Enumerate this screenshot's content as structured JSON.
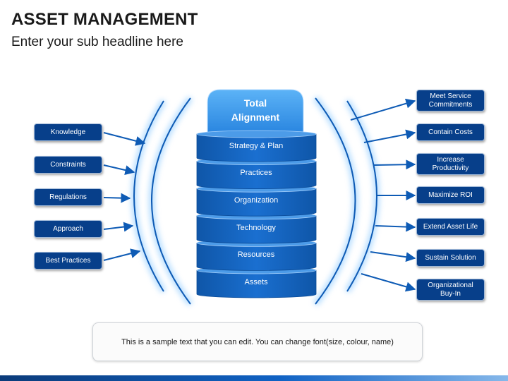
{
  "header": {
    "title": "ASSET MANAGEMENT",
    "subtitle": "Enter your sub headline here"
  },
  "left_items": [
    "Knowledge",
    "Constraints",
    "Regulations",
    "Approach",
    "Best Practices"
  ],
  "center": {
    "top_label_line1": "Total",
    "top_label_line2": "Alignment",
    "layers": [
      "Strategy & Plan",
      "Practices",
      "Organization",
      "Technology",
      "Resources",
      "Assets"
    ]
  },
  "right_items": [
    {
      "line1": "Meet Service",
      "line2": "Commitments"
    },
    {
      "line1": "Contain Costs",
      "line2": ""
    },
    {
      "line1": "Increase",
      "line2": "Productivity"
    },
    {
      "line1": "Maximize ROI",
      "line2": ""
    },
    {
      "line1": "Extend Asset Life",
      "line2": ""
    },
    {
      "line1": "Sustain Solution",
      "line2": ""
    },
    {
      "line1": "Organizational",
      "line2": "Buy-In"
    }
  ],
  "note": {
    "text": "This is a sample text that you can edit. You can change font(size, colour, name)"
  },
  "colors": {
    "box_dark": "#073f8a",
    "layer_blue": "#1565c0",
    "top_light_blue": "#3d9ef2",
    "arc_blue": "#0e5bb5"
  }
}
